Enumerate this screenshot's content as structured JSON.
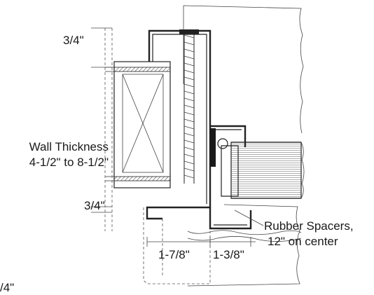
{
  "dimensions": {
    "top_jamb_face": "3/4\"",
    "wall_thickness_line1": "Wall Thickness",
    "wall_thickness_line2": "4-1/2\" to 8-1/2\"",
    "bottom_jamb_face": "3/4\"",
    "frame_depth": "1-7/8\"",
    "door_stop": "1-3/8\"",
    "cropped_fraction": "/4\""
  },
  "callouts": {
    "spacers_line1": "Rubber Spacers,",
    "spacers_line2": "12\" on center"
  }
}
